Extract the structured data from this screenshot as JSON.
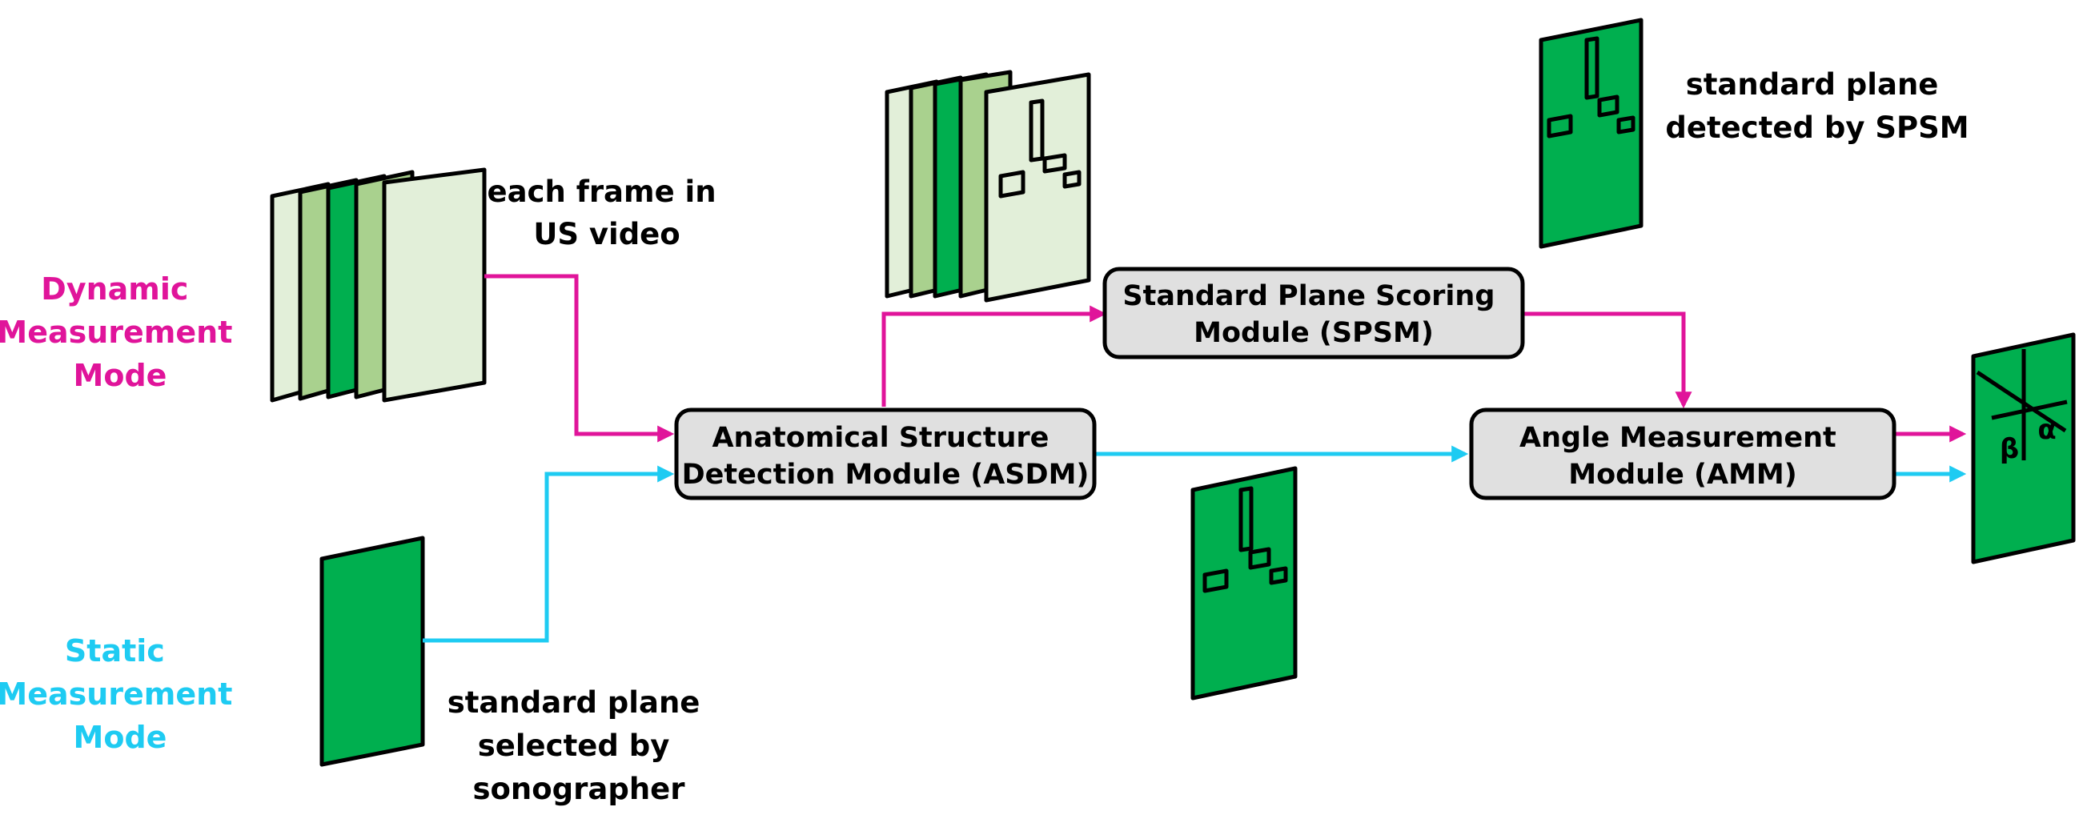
{
  "modes": {
    "dynamic": {
      "lines": [
        "Dynamic",
        "Measurement",
        "Mode"
      ],
      "color": "#E0149A"
    },
    "static": {
      "lines": [
        "Static",
        "Measurement",
        "Mode"
      ],
      "color": "#1ECBF2"
    }
  },
  "captions": {
    "video_frames": [
      "each frame in",
      "US video"
    ],
    "sonographer_plane": [
      "standard plane",
      "selected by",
      "sonographer"
    ],
    "spsm_plane": [
      "standard plane",
      "detected by SPSM"
    ]
  },
  "modules": {
    "asdm": [
      "Anatomical Structure",
      "Detection Module (ASDM)"
    ],
    "spsm": [
      "Standard Plane Scoring",
      "Module (SPSM)"
    ],
    "amm": [
      "Angle Measurement",
      "Module (AMM)"
    ]
  },
  "output": {
    "angle_beta": "β",
    "angle_alpha": "α"
  },
  "colors": {
    "dynamic_path": "#E0149A",
    "static_path": "#1ECBF2",
    "module_fill": "#E0E0E0",
    "plane_green": "#00AF4F",
    "frame_light": "#E2EFD9",
    "frame_mid": "#A9D18E",
    "outline": "#000000"
  }
}
